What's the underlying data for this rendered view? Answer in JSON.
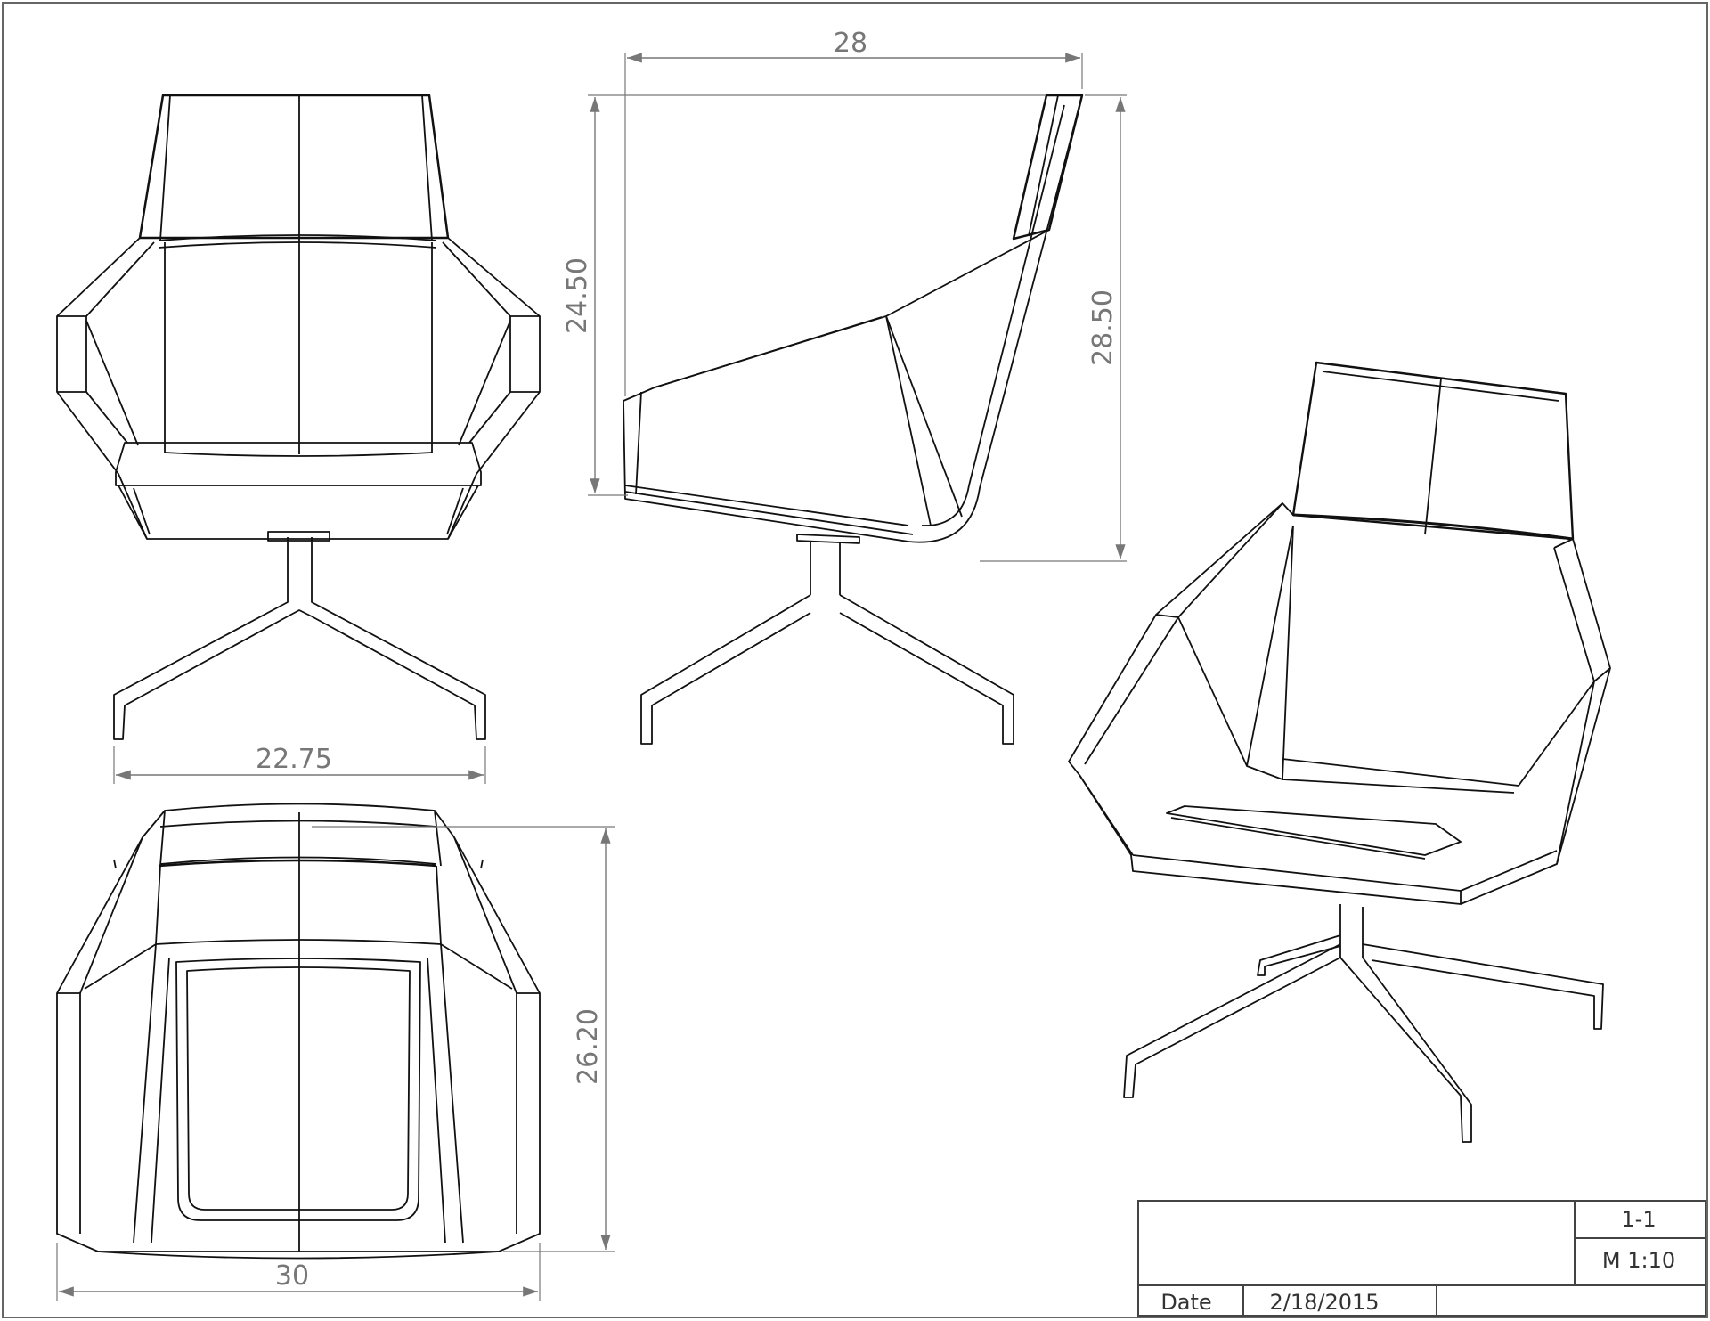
{
  "drawing": {
    "dimensions": {
      "front_width": "22.75",
      "side_depth": "28",
      "seat_height": "24.50",
      "overall_height": "28.50",
      "top_depth": "26.20",
      "top_width": "30"
    },
    "title_block": {
      "sheet": "1-1",
      "scale": "M 1:10",
      "date_label": "Date",
      "date_value": "2/18/2015"
    }
  }
}
